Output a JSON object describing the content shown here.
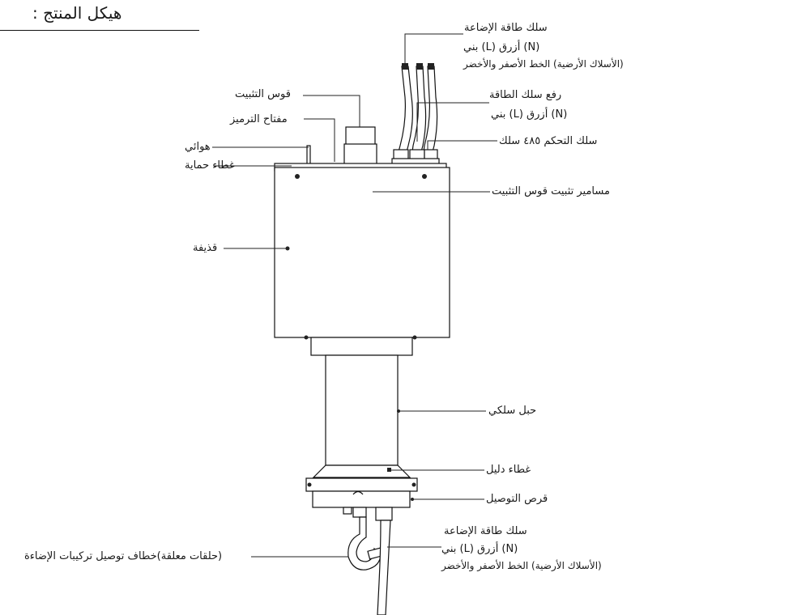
{
  "title": "هيكل المنتج :",
  "labels": {
    "light_cable_top": "سلك طاقة الإضاعة",
    "light_cable_top_colors": "(N) أزرق (L) بني",
    "light_cable_top_ground": "(الأسلاك الأرضية) الخط الأصفر والأخضر",
    "lift_cable": "رفع سلك الطاقة",
    "lift_cable_colors": "(N) أزرق (L) بني",
    "control_485": "سلك التحكم ٤٨٥ سلك",
    "fix_bracket": "قوس التثبيت",
    "code_switch": "مفتاح الترميز",
    "antenna": "هوائي",
    "protective_cover": "غطاء حماية",
    "bracket_screws": "مسامير تثبيت قوس التثبيت",
    "shell": "قذيفة",
    "wire_rope": "حبل سلكي",
    "guide_cover": "غطاء دليل",
    "connection_disc": "قرص التوصيل",
    "light_cable_bottom": "سلك طاقة الإضاعة",
    "light_cable_bottom_colors": "(N) أزرق (L) بني",
    "light_cable_bottom_ground": "(الأسلاك الأرضية) الخط الأصفر والأخضر",
    "hook": "(حلقات معلقة)خطاف توصيل تركيبات الإضاءة"
  }
}
